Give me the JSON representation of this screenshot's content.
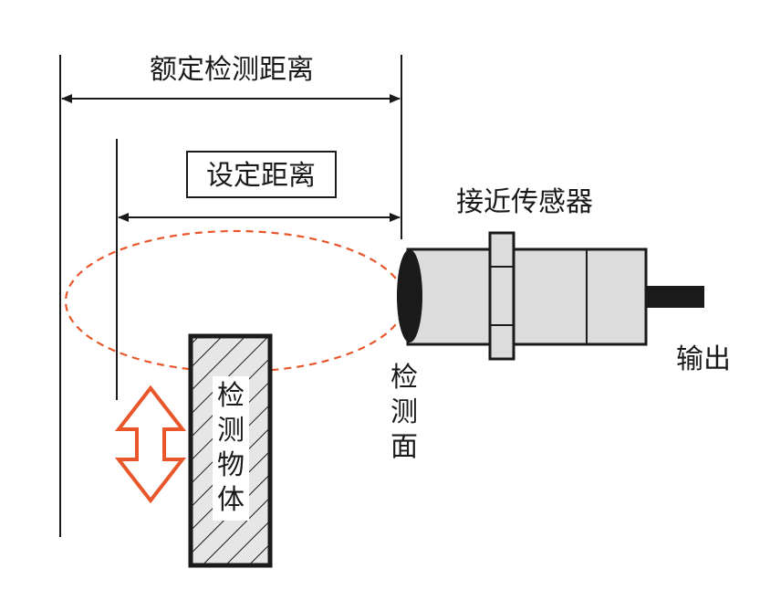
{
  "labels": {
    "rated_distance": "额定检测距离",
    "set_distance": "设定距离",
    "sensor": "接近传感器",
    "output": "输出",
    "detect_surface": [
      "检",
      "测",
      "面"
    ],
    "target_object": [
      "检",
      "测",
      "物",
      "体"
    ]
  },
  "colors": {
    "line": "#1a1a1a",
    "detection_zone": "#e8562a",
    "movement_arrow": "#e8562a",
    "sensor_body": "#dcdcdc",
    "target_fill": "#e6e6e6"
  }
}
